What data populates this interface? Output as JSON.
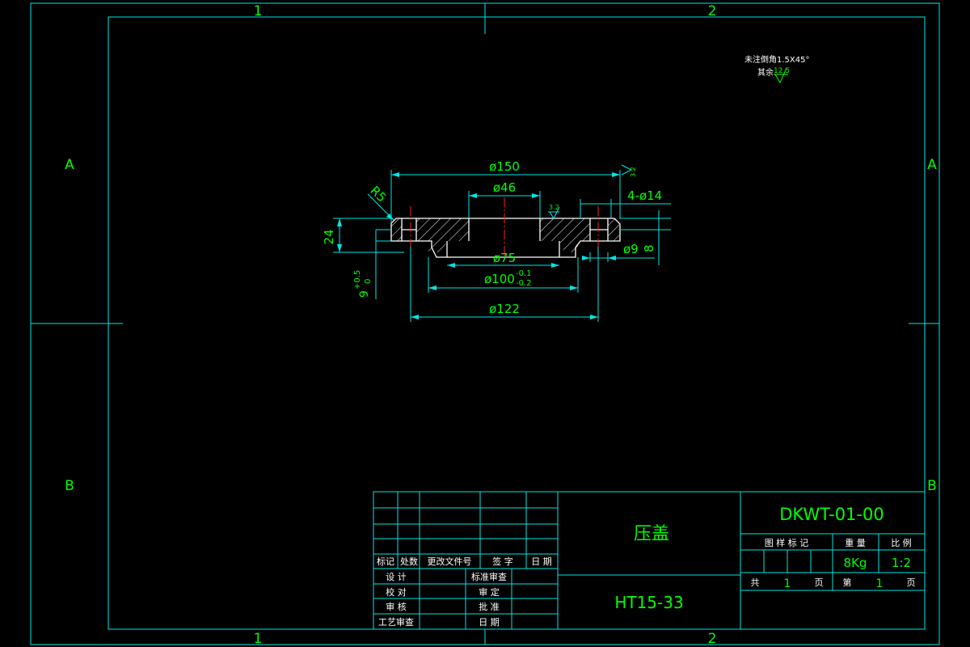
{
  "colors": {
    "frame": "#00e6e6",
    "text": "#00ff00",
    "section": "#ffffff",
    "center": "#ff2020",
    "background": "#000000"
  },
  "zones": {
    "top": [
      "1",
      "2"
    ],
    "bottom": [
      "1",
      "2"
    ],
    "left": [
      "A",
      "B"
    ],
    "right": [
      "A",
      "B"
    ]
  },
  "notes": {
    "chamfer": "未注倒角1.5X45°",
    "roughness_prefix": "其余",
    "roughness_value": "12.5"
  },
  "dimensions": {
    "d150": "ø150",
    "d46": "ø46",
    "d14": "4-ø14",
    "r5": "R5",
    "h24": "24",
    "h9": "9",
    "tol_9_upper": "+0.5",
    "tol_9_lower": "0",
    "d75": "ø75",
    "d100": "ø100",
    "d100_upper": "-0.1",
    "d100_lower": "-0.2",
    "d122": "ø122",
    "d9": "ø9",
    "h8": "8",
    "ra_top": "3.2",
    "ra_right": "3.2"
  },
  "title_block": {
    "part_name": "压盖",
    "material": "HT15-33",
    "drawing_no": "DKWT-01-00",
    "revision_headers": [
      "标记",
      "处数",
      "更改文件号",
      "签 字",
      "日 期"
    ],
    "roles": [
      "设 计",
      "校 对",
      "审 核",
      "工艺审查"
    ],
    "roles_right": [
      "标准审查",
      "审 定",
      "批 准",
      "日 期"
    ],
    "info_headers": [
      "图 样 标 记",
      "重 量",
      "比 例"
    ],
    "weight": "8Kg",
    "scale": "1:2",
    "sheet_total_label": "共",
    "sheet_total": "1",
    "sheet_unit": "页",
    "sheet_current_label": "第",
    "sheet_current": "1",
    "sheet_current_unit": "页"
  }
}
